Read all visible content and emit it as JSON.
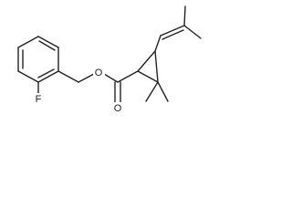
{
  "structure": {
    "atoms": {
      "fluorine": "F",
      "ester_oxygen": "O",
      "carbonyl_oxygen": "O"
    }
  }
}
